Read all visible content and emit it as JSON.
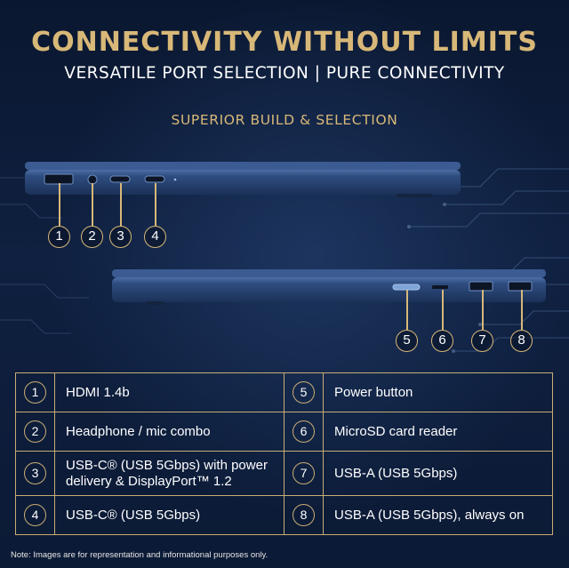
{
  "header": {
    "title": "CONNECTIVITY WITHOUT LIMITS",
    "subtitle": "VERSATILE PORT SELECTION | PURE CONNECTIVITY",
    "section": "SUPERIOR BUILD & SELECTION"
  },
  "callouts": {
    "left": [
      "1",
      "2",
      "3",
      "4"
    ],
    "right": [
      "5",
      "6",
      "7",
      "8"
    ]
  },
  "ports": [
    {
      "num": "1",
      "label": "HDMI 1.4b"
    },
    {
      "num": "2",
      "label": "Headphone / mic combo"
    },
    {
      "num": "3",
      "label": "USB-C® (USB 5Gbps) with power delivery & DisplayPort™ 1.2"
    },
    {
      "num": "4",
      "label": "USB-C® (USB 5Gbps)"
    },
    {
      "num": "5",
      "label": "Power button"
    },
    {
      "num": "6",
      "label": "MicroSD card reader"
    },
    {
      "num": "7",
      "label": "USB-A (USB 5Gbps)"
    },
    {
      "num": "8",
      "label": "USB-A (USB 5Gbps), always on"
    }
  ],
  "note": "Note: Images are for representation and informational purposes only.",
  "colors": {
    "gold": "#d8b878",
    "background": "#0d1a33",
    "laptop": "#2d4a7a"
  },
  "icons": {
    "laptop_left_side": "laptop-side-icon",
    "laptop_right_side": "laptop-side-icon"
  }
}
